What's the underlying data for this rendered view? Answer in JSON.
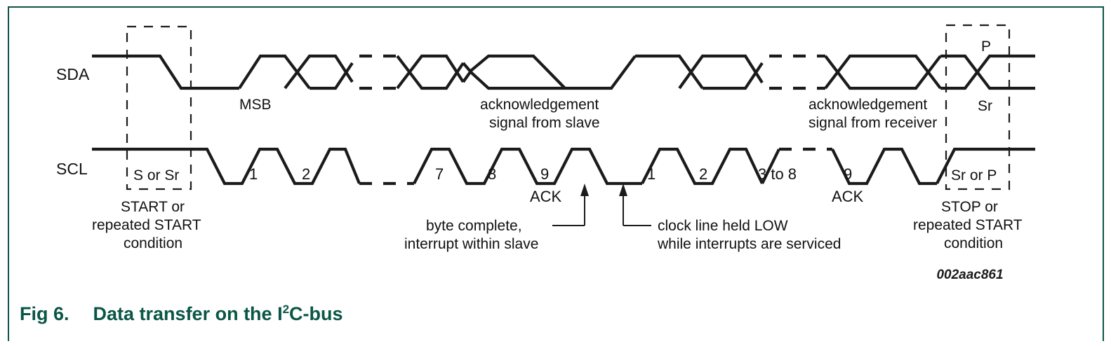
{
  "figure": {
    "caption_number": "Fig 6.",
    "caption_title_pre": "Data transfer on the I",
    "caption_title_sup": "2",
    "caption_title_post": "C-bus",
    "drawing_id": "002aac861",
    "border_color": "#0a5646",
    "caption_color": "#0a5646",
    "waveform_color": "#1b1b1b"
  },
  "rails": {
    "sda_label": "SDA",
    "scl_label": "SCL"
  },
  "start_condition": {
    "box_label": "S or Sr",
    "caption_line1": "START or",
    "caption_line2": "repeated START",
    "caption_line3": "condition"
  },
  "stop_condition": {
    "box_label": "Sr or P",
    "top_label": "P",
    "bottom_label": "Sr",
    "caption_line1": "STOP or",
    "caption_line2": "repeated START",
    "caption_line3": "condition"
  },
  "sda_annotations": {
    "msb": "MSB",
    "ack_slave_line1": "acknowledgement",
    "ack_slave_line2": "signal from slave",
    "ack_receiver_line1": "acknowledgement",
    "ack_receiver_line2": "signal from receiver"
  },
  "clock_pulses": {
    "first_byte": [
      "1",
      "2",
      "7",
      "8",
      "9"
    ],
    "second_byte": [
      "1",
      "2",
      "3 to 8",
      "9"
    ],
    "ack_label_first": "ACK",
    "ack_label_second": "ACK"
  },
  "callouts": {
    "byte_complete_line1": "byte complete,",
    "byte_complete_line2": "interrupt within slave",
    "clock_low_line1": "clock line held LOW",
    "clock_low_line2": "while interrupts are serviced"
  },
  "chart_data": {
    "type": "timing-diagram",
    "title": "Data transfer on the I2C-bus",
    "signals": [
      "SDA",
      "SCL"
    ],
    "sda_high_y": 80,
    "sda_low_y": 126,
    "scl_high_y": 213,
    "scl_low_y": 262,
    "regions": [
      {
        "name": "START condition",
        "label": "S or Sr",
        "x_range": [
          181,
          272
        ]
      },
      {
        "name": "first data byte bits",
        "clock_pulses": [
          "1",
          "2",
          "7",
          "8",
          "9"
        ]
      },
      {
        "name": "acknowledge from slave",
        "label": "ACK"
      },
      {
        "name": "clock stretch",
        "note": "clock line held LOW while interrupts are serviced"
      },
      {
        "name": "second data byte bits",
        "clock_pulses": [
          "1",
          "2",
          "3 to 8",
          "9"
        ]
      },
      {
        "name": "acknowledge from receiver",
        "label": "ACK"
      },
      {
        "name": "STOP condition",
        "label": "Sr or P",
        "x_range": [
          1348,
          1438
        ]
      }
    ]
  }
}
